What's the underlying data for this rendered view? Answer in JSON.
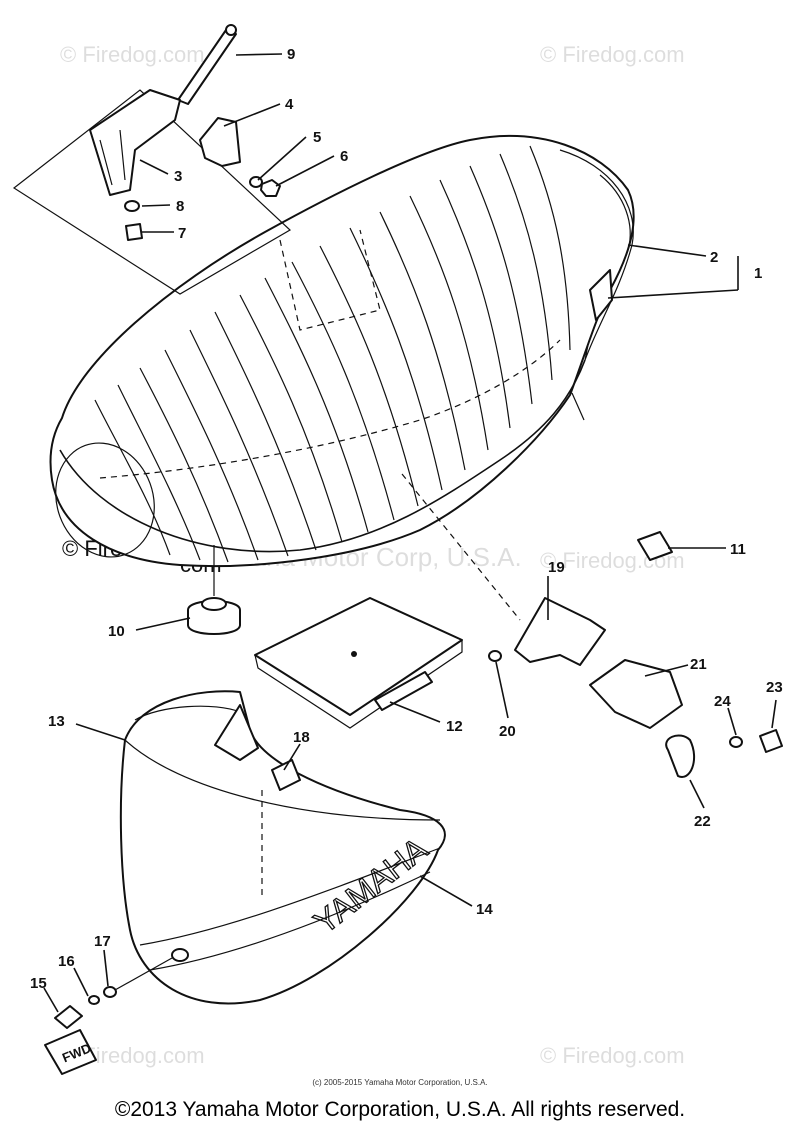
{
  "diagram": {
    "callouts": {
      "c1": "1",
      "c2": "2",
      "c3": "3",
      "c4": "4",
      "c5": "5",
      "c6": "6",
      "c7": "7",
      "c8": "8",
      "c9": "9",
      "c10": "10",
      "c11": "11",
      "c12": "12",
      "c13": "13",
      "c14": "14",
      "c15": "15",
      "c16": "16",
      "c17": "17",
      "c18": "18",
      "c19": "19",
      "c20": "20",
      "c21": "21",
      "c22": "22",
      "c23": "23",
      "c24": "24"
    },
    "brand_text": "YAMAHA",
    "fwd_label": "FWD"
  },
  "watermarks": {
    "firedog": "© Firedog.com",
    "firedog_dark_a": "© Firedog.",
    "firedog_dark_b": "com",
    "yamaha_overlay": "Yamaha Motor Corp, U.S.A."
  },
  "footer": {
    "small_copyright": "(c) 2005-2015 Yamaha Motor Corporation, U.S.A.",
    "copyright": "©2013 Yamaha Motor Corporation, U.S.A. All rights reserved."
  }
}
